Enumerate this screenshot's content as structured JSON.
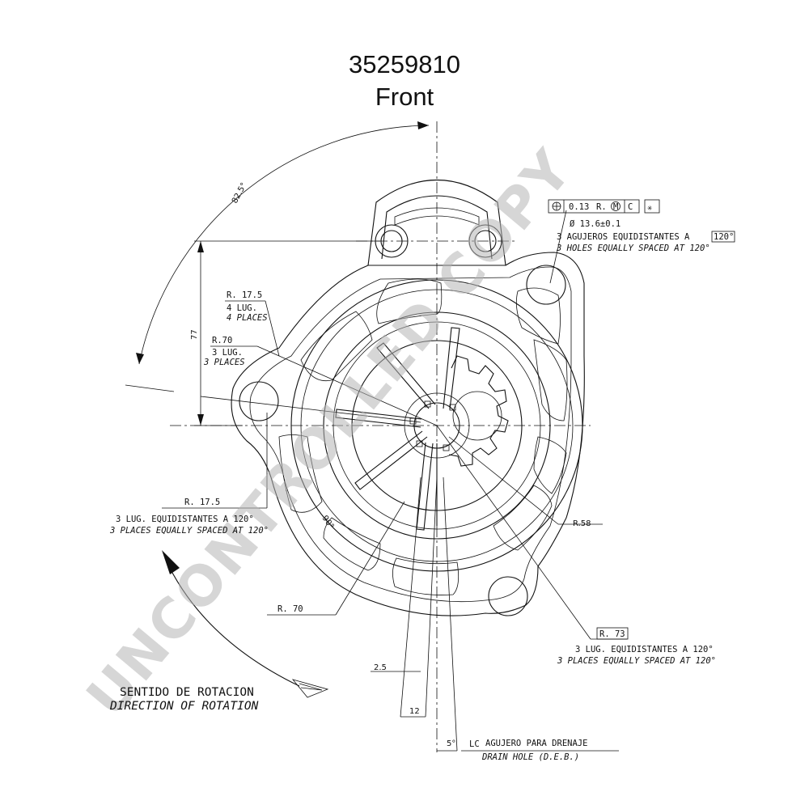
{
  "title": {
    "part_number": "35259810",
    "view": "Front"
  },
  "watermark": "UNCONTROLLED COPY",
  "dimensions": {
    "angle_top": "82.5°",
    "vertical": "77",
    "angle_lower": "90°",
    "radius_58": "R.58",
    "width_2_5": "2.5",
    "width_12": "12",
    "angle_5": "5°"
  },
  "notes": {
    "upper_lug_radius": "R. 17.5",
    "upper_lug_es": "4 LUG.",
    "upper_lug_en": "4 PLACES",
    "mid_lug_radius": "R.70",
    "mid_lug_es": "3 LUG.",
    "mid_lug_en": "3 PLACES",
    "lower_lug_radius": "R. 17.5",
    "lower_lug_es": "3 LUG. EQUIDISTANTES A 120°",
    "lower_lug_en": "3 PLACES EQUALLY SPACED AT 120°",
    "r70_label": "R. 70",
    "r73_label": "R. 73",
    "r73_es": "3 LUG. EQUIDISTANTES A 120°",
    "r73_en": "3 PLACES EQUALLY SPACED AT 120°",
    "tol_value": "0.13",
    "tol_r": "R.",
    "tol_m": "M",
    "tol_c": "C",
    "hole_dia": "Ø 13.6±0.1",
    "holes_es": "3 AGUJEROS EQUIDISTANTES A",
    "holes_es_box": "120°",
    "holes_en": "3 HOLES EQUALLY SPACED AT 120°",
    "drain_es": "AGUJERO PARA DRENAJE",
    "drain_cl": "LC",
    "drain_en": "DRAIN HOLE (D.E.B.)"
  },
  "rotation": {
    "es": "SENTIDO DE ROTACION",
    "en": "DIRECTION OF ROTATION"
  }
}
